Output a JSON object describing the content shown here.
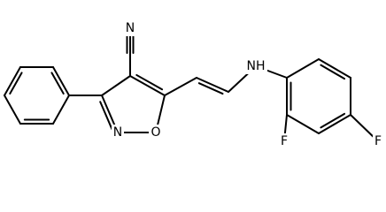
{
  "molecule": {
    "atoms": [
      {
        "id": "N_nitrile",
        "symbol": "N"
      },
      {
        "id": "N_ring",
        "symbol": "N"
      },
      {
        "id": "O_ring",
        "symbol": "O"
      },
      {
        "id": "N_amine",
        "symbol": "NH"
      },
      {
        "id": "F_ortho",
        "symbol": "F"
      },
      {
        "id": "F_para",
        "symbol": "F"
      }
    ],
    "bond_orders": {
      "single": 1,
      "double": 2,
      "triple": 3
    },
    "colors": {
      "bond": "#000000",
      "label": "#000000",
      "background": "#ffffff"
    }
  }
}
